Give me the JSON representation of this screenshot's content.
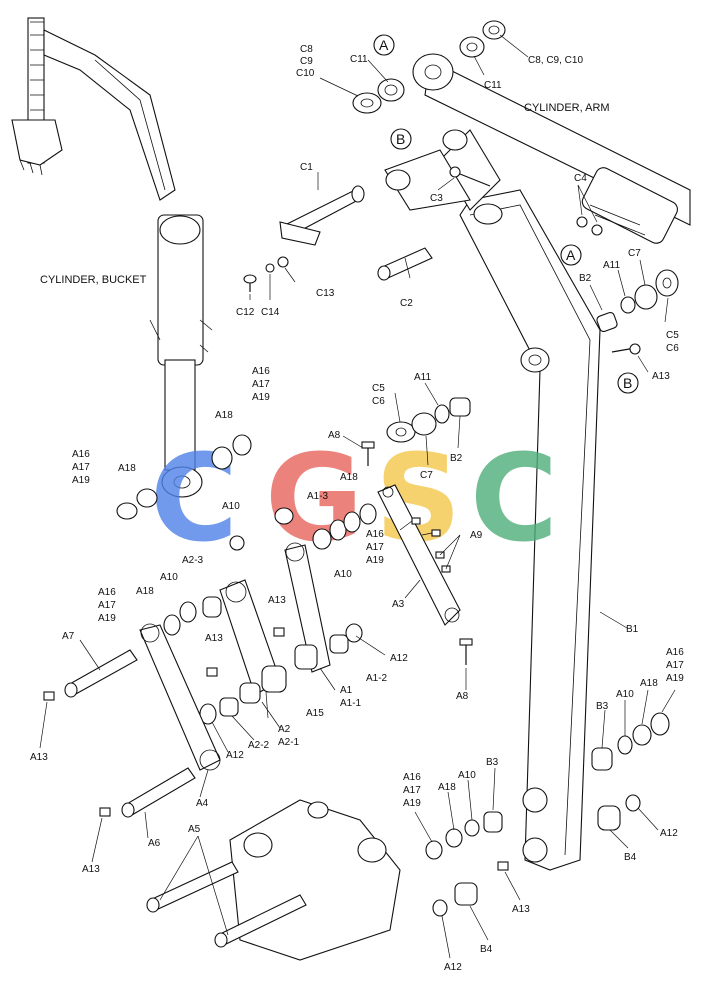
{
  "watermark": {
    "letters": [
      "C",
      "G",
      "S",
      "C"
    ],
    "colors": [
      "#4f82e8",
      "#e8645c",
      "#f5c84a",
      "#4fae7a"
    ]
  },
  "titles": {
    "cylinder_arm": "CYLINDER, ARM",
    "cylinder_bucket": "CYLINDER, BUCKET"
  },
  "callouts": {
    "a_upper": "A",
    "b_upper": "B",
    "a_lower": "A",
    "b_lower": "B"
  },
  "labels": {
    "c8_c9_c10_left": [
      "C8",
      "C9",
      "C10"
    ],
    "c11_left": "C11",
    "c8_c9_c10_right": "C8, C9, C10",
    "c11_right": "C11",
    "c1": "C1",
    "c2": "C2",
    "c3": "C3",
    "c4": "C4",
    "c12": "C12",
    "c13": "C13",
    "c14": "C14",
    "b2_top": "B2",
    "a11_top": "A11",
    "c7_top": "C7",
    "c5_c6_right": [
      "C5",
      "C6"
    ],
    "a13_right": "A13",
    "c5_c6_mid": [
      "C5",
      "C6"
    ],
    "a11_mid": "A11",
    "b2_mid": "B2",
    "c7_mid": "C7",
    "a8_top": "A8",
    "a16_17_19_upper": [
      "A16",
      "A17",
      "A19"
    ],
    "a18_upper": "A18",
    "a16_17_19_left": [
      "A16",
      "A17",
      "A19"
    ],
    "a18_left": "A18",
    "a10_upper": "A10",
    "a1_3": "A1-3",
    "a18_mid": "A18",
    "a10_mid": "A10",
    "a16_17_19_mid": [
      "A16",
      "A17",
      "A19"
    ],
    "a9": "A9",
    "a3": "A3",
    "a2_3": "A2-3",
    "a16_17_19_lower_left": [
      "A16",
      "A17",
      "A19"
    ],
    "a18_lower_left": "A18",
    "a10_lower_left": "A10",
    "a7": "A7",
    "a13_mid": "A13",
    "a13_center": "A13",
    "a12_mid": "A12",
    "a1": [
      "A1",
      "A1-1"
    ],
    "a1_2": "A1-2",
    "a8_bottom": "A8",
    "a15": "A15",
    "a2": [
      "A2",
      "A2-1"
    ],
    "a2_2": "A2-2",
    "a12_lower": "A12",
    "a13_left": "A13",
    "a4": "A4",
    "a6": "A6",
    "a13_lower_left": "A13",
    "a5": "A5",
    "b1": "B1",
    "a16_17_19_right": [
      "A16",
      "A17",
      "A19"
    ],
    "b3_right": "B3",
    "a10_right": "A10",
    "a18_right": "A18",
    "a16_17_19_bottom": [
      "A16",
      "A17",
      "A19"
    ],
    "a18_bottom": "A18",
    "a10_bottom": "A10",
    "b3_bottom": "B3",
    "a12_right": "A12",
    "b4_right": "B4",
    "a13_bottom": "A13",
    "b4_bottom": "B4",
    "a12_bottom": "A12"
  }
}
